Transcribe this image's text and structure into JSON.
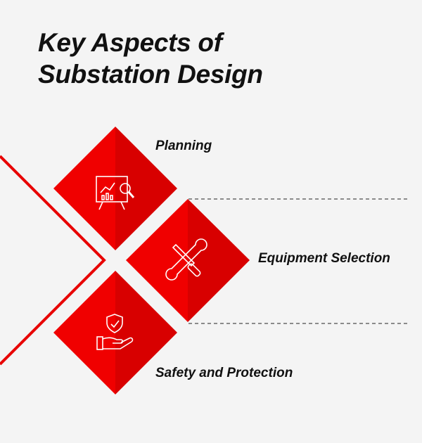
{
  "title": {
    "line1": "Key Aspects of",
    "line2": "Substation Design"
  },
  "items": [
    {
      "label": "Planning",
      "icon": "presentation-analytics-icon"
    },
    {
      "label": "Equipment Selection",
      "icon": "screwdriver-wrench-icon"
    },
    {
      "label": "Safety and Protection",
      "icon": "shield-hand-icon"
    }
  ],
  "colors": {
    "accent": "#f00000",
    "accent_dark": "#d80000",
    "text": "#111111",
    "background": "#f4f4f4"
  }
}
